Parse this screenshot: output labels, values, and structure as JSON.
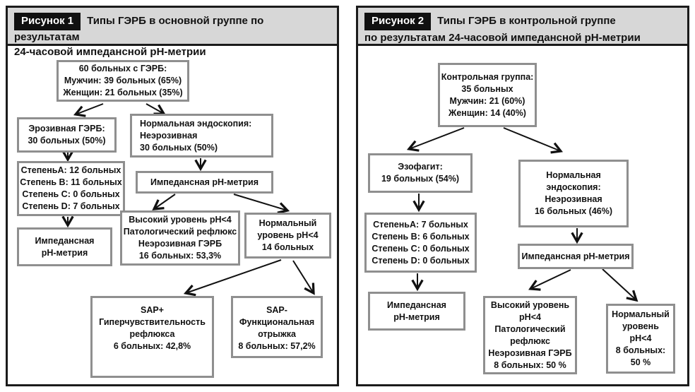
{
  "colors": {
    "panel_border": "#1b1b1b",
    "header_bg": "#d7d7d7",
    "badge_bg": "#101010",
    "badge_text": "#ffffff",
    "box_border": "#8f8f8f",
    "arrow": "#111111"
  },
  "fig1": {
    "badge": "Рисунок 1",
    "title_line1": "Типы ГЭРБ в основной группе по результатам",
    "title_line2": "24-часовой импедансной pH-метрии",
    "nodes": {
      "patients": {
        "lines": [
          "60 больных с ГЭРБ:",
          "Мужчин: 39 больных (65%)",
          "Женщин: 21 больных (35%)"
        ]
      },
      "erosive": {
        "lines": [
          "Эрозивная ГЭРБ:",
          "30 больных (50%)"
        ]
      },
      "normal_endoscopy": {
        "lines": [
          "Нормальная эндоскопия:",
          "Неэрозивная",
          "30 больных (50%)"
        ]
      },
      "grades": {
        "lines": [
          "СтепеньА: 12 больных",
          "Степень В: 11 больных",
          "Степень С: 0 больных",
          "Степень D: 7 больных"
        ]
      },
      "impedance_mid": {
        "lines": [
          "Импедансная pH-метрия"
        ]
      },
      "impedance_left": {
        "lines": [
          "Импедансная",
          "pH-метрия"
        ]
      },
      "high_ph": {
        "lines": [
          "Высокий уровень pH<4",
          "Патологический рефлюкс",
          "Неэрозивная ГЭРБ",
          "16 больных: 53,3%"
        ]
      },
      "normal_ph": {
        "lines": [
          "Нормальный",
          "уровень pH<4",
          "14 больных"
        ]
      },
      "sap_plus": {
        "lines": [
          "SAP+",
          "Гиперчувствительность",
          "рефлюкса",
          "6 больных: 42,8%"
        ]
      },
      "sap_minus": {
        "lines": [
          "SAP-",
          "Функциональная",
          "отрыжка",
          "8 больных: 57,2%"
        ]
      }
    }
  },
  "fig2": {
    "badge": "Рисунок 2",
    "title_line1": "Типы ГЭРБ в контрольной группе",
    "title_line2": "по результатам 24-часовой импедансной pH-метрии",
    "nodes": {
      "control": {
        "lines": [
          "Контрольная группа:",
          "35 больных",
          "Мужчин: 21 (60%)",
          "Женщин: 14 (40%)"
        ]
      },
      "esophagitis": {
        "lines": [
          "Эзофагит:",
          "19 больных (54%)"
        ]
      },
      "normal_endoscopy": {
        "lines": [
          "Нормальная",
          "эндоскопия:",
          "Неэрозивная",
          "16 больных (46%)"
        ]
      },
      "grades": {
        "lines": [
          "СтепеньА: 7 больных",
          "Степень В: 6 больных",
          "Степень С: 0 больных",
          "Степень D: 0 больных"
        ]
      },
      "impedance_left": {
        "lines": [
          "Импедансная",
          "pH-метрия"
        ]
      },
      "impedance_mid": {
        "lines": [
          "Импедансная pH-метрия"
        ]
      },
      "high_ph": {
        "lines": [
          "Высокий уровень",
          "pH<4",
          "Патологический",
          "рефлюкс",
          "Неэрозивная ГЭРБ",
          "8 больных: 50 %"
        ]
      },
      "normal_ph": {
        "lines": [
          "Нормальный",
          "уровень",
          "pH<4",
          "8 больных:",
          "50 %"
        ]
      }
    }
  }
}
